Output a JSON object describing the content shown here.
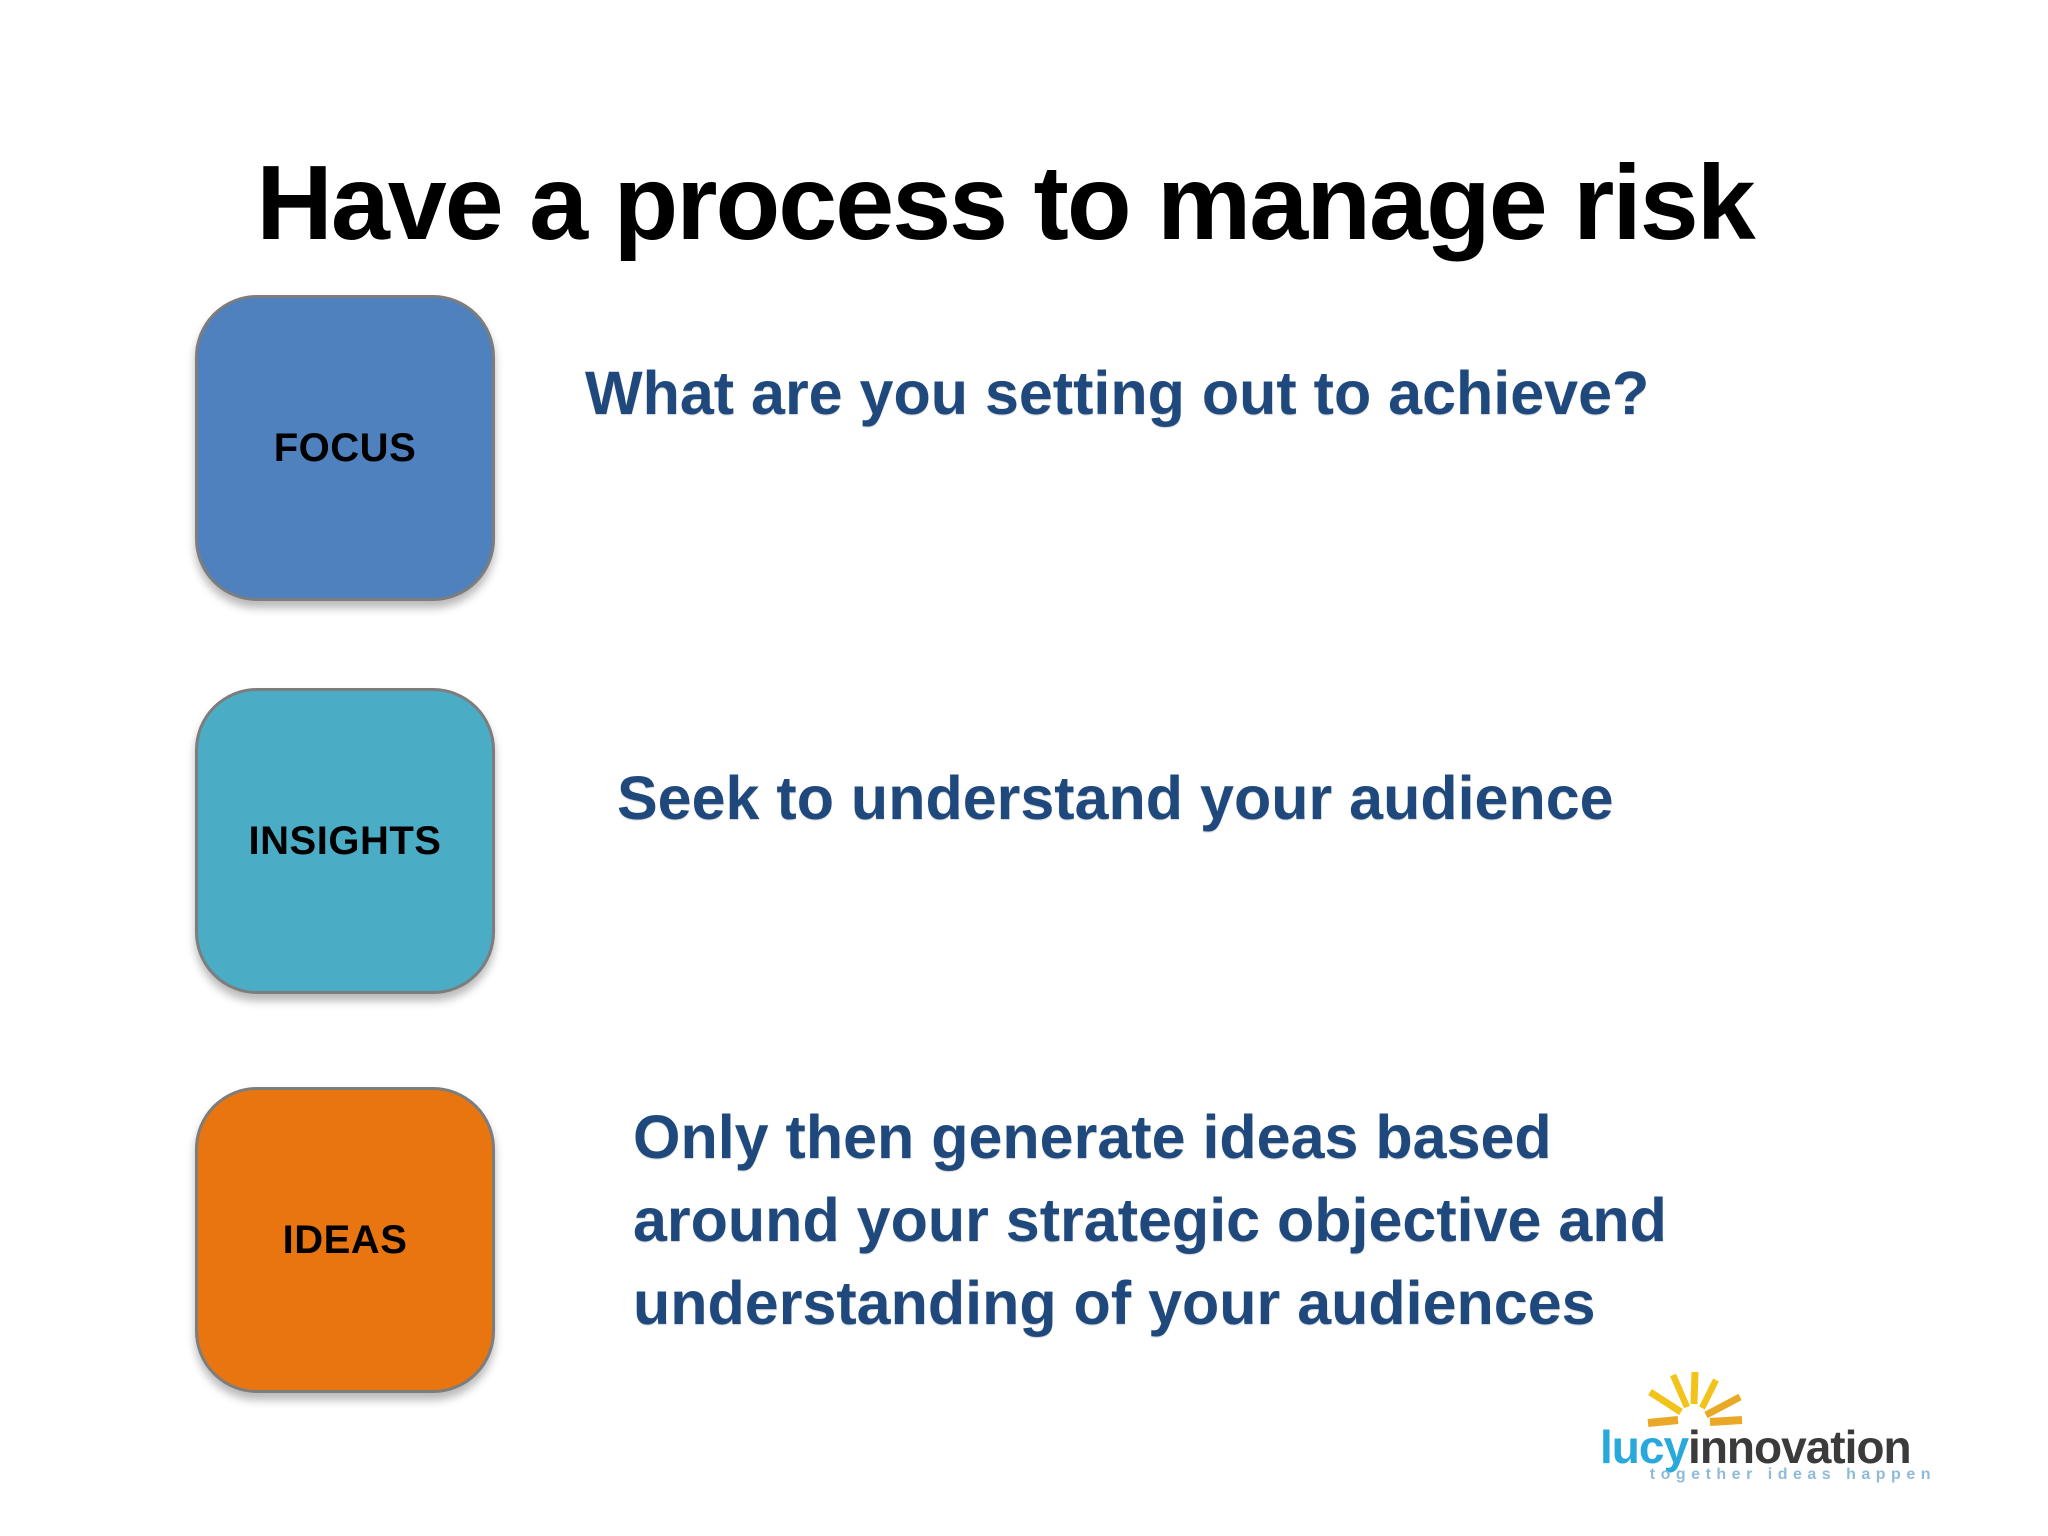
{
  "slide": {
    "title": "Have a process to manage risk",
    "text_color": "#1F497D",
    "steps": [
      {
        "label": "FOCUS",
        "box_color": "#4E81BD",
        "lines": [
          "What are you setting out to achieve?"
        ]
      },
      {
        "label": "INSIGHTS",
        "box_color": "#4BACC6",
        "lines": [
          "Seek to understand your audience"
        ]
      },
      {
        "label": "IDEAS",
        "box_color": "#E8750F",
        "lines": [
          "Only then generate ideas based",
          "around your strategic objective and",
          "understanding of your audiences"
        ]
      }
    ],
    "logo": {
      "brand_first": "lucy",
      "brand_second": "innovation",
      "tagline": "together ideas happen",
      "brand_first_color": "#29A8DC",
      "brand_second_color": "#3B3B3B",
      "tagline_color": "#8FBBD9",
      "star_color_main": "#F2C31A",
      "star_color_deep": "#E9A825"
    }
  }
}
